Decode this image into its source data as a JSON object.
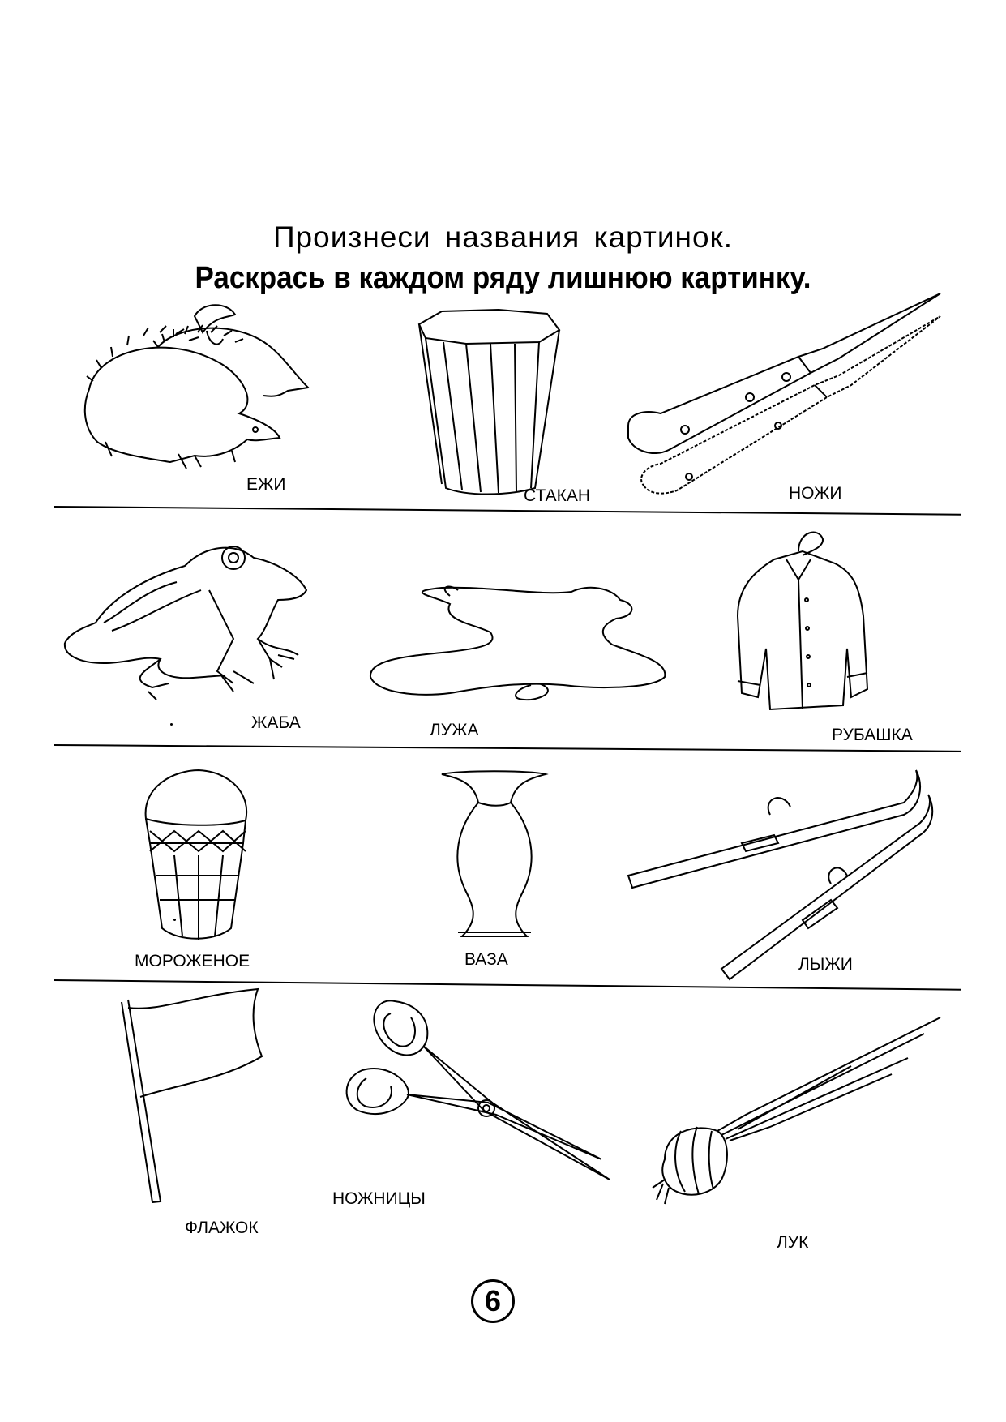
{
  "instruction_line1": "Произнеси названия картинок.",
  "instruction_line2": "Раскрась в каждом ряду лишнюю картинку.",
  "rows": [
    {
      "items": [
        {
          "label": "ЕЖИ",
          "icon": "hedgehogs-icon"
        },
        {
          "label": "СТАКАН",
          "icon": "glass-icon"
        },
        {
          "label": "НОЖИ",
          "icon": "knives-icon"
        }
      ]
    },
    {
      "items": [
        {
          "label": "ЖАБА",
          "icon": "toad-icon"
        },
        {
          "label": "ЛУЖА",
          "icon": "puddle-icon"
        },
        {
          "label": "РУБАШКА",
          "icon": "shirt-icon"
        }
      ]
    },
    {
      "items": [
        {
          "label": "МОРОЖЕНОЕ",
          "icon": "ice-cream-icon"
        },
        {
          "label": "ВАЗА",
          "icon": "vase-icon"
        },
        {
          "label": "ЛЫЖИ",
          "icon": "skis-icon"
        }
      ]
    },
    {
      "items": [
        {
          "label": "ФЛАЖОК",
          "icon": "flag-icon"
        },
        {
          "label": "НОЖНИЦЫ",
          "icon": "scissors-icon"
        },
        {
          "label": "ЛУК",
          "icon": "onion-icon"
        }
      ]
    }
  ],
  "page_number": "6"
}
